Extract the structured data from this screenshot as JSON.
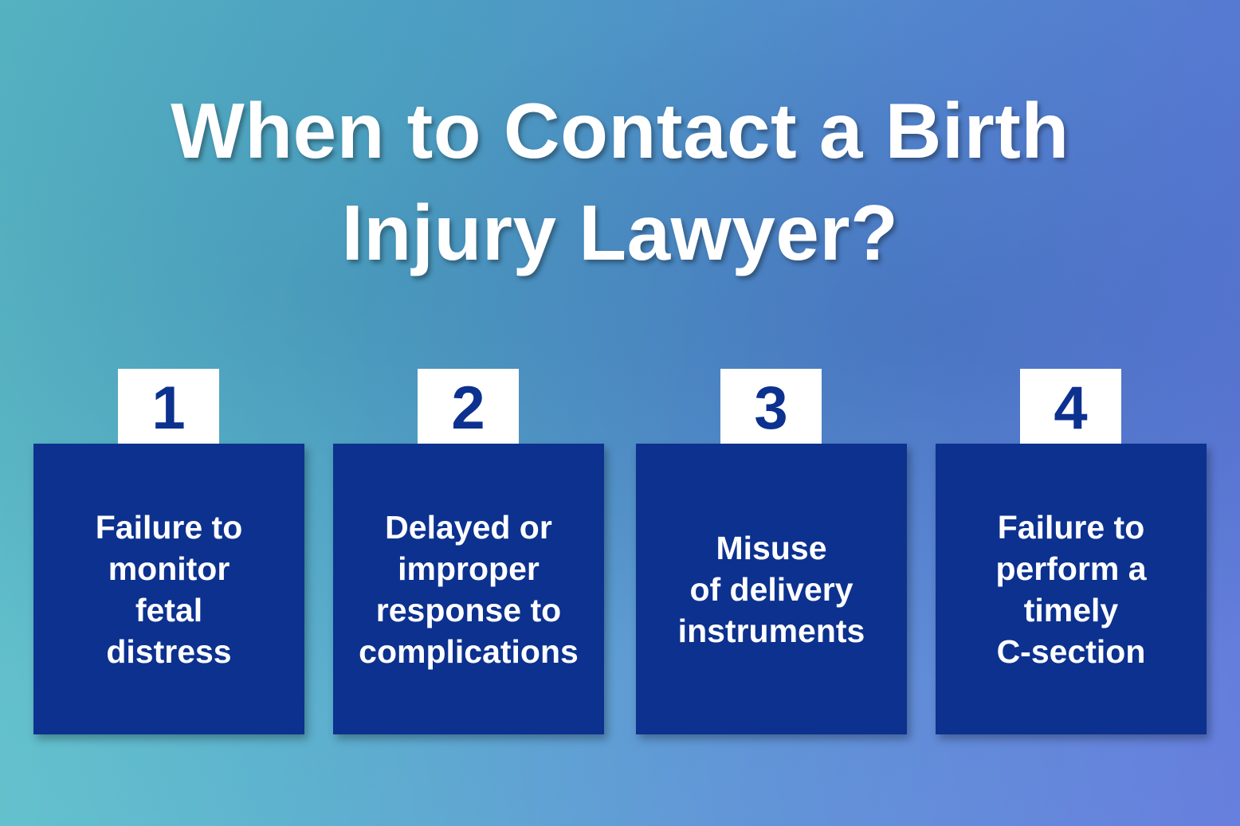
{
  "title": "When to Contact a Birth\nInjury Lawyer?",
  "colors": {
    "box": "#0c318f",
    "number_bg": "#ffffff",
    "text": "#ffffff"
  },
  "items": [
    {
      "number": "1",
      "text": "Failure to\nmonitor\nfetal\ndistress"
    },
    {
      "number": "2",
      "text": "Delayed or\nimproper\nresponse to\ncomplications"
    },
    {
      "number": "3",
      "text": "Misuse\nof delivery\ninstruments"
    },
    {
      "number": "4",
      "text": "Failure to\nperform a\ntimely\nC-section"
    }
  ]
}
